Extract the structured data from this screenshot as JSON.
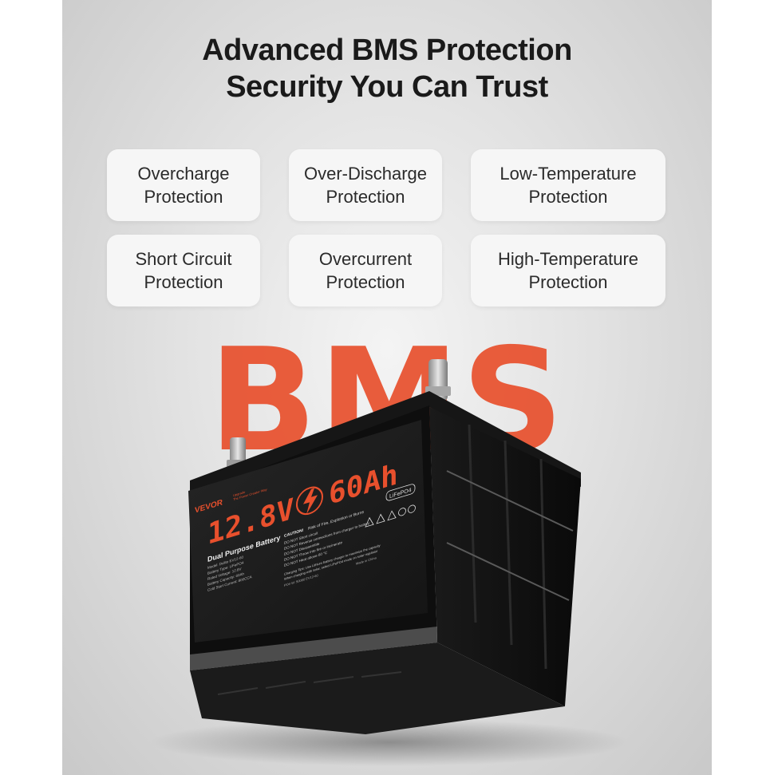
{
  "headline": {
    "line1": "Advanced BMS Protection",
    "line2": "Security You Can Trust"
  },
  "features": [
    {
      "line1": "Overcharge",
      "line2": "Protection"
    },
    {
      "line1": "Over-Discharge",
      "line2": "Protection"
    },
    {
      "line1": "Low-Temperature",
      "line2": "Protection"
    },
    {
      "line1": "Short Circuit",
      "line2": "Protection"
    },
    {
      "line1": "Overcurrent",
      "line2": "Protection"
    },
    {
      "line1": "High-Temperature",
      "line2": "Protection"
    }
  ],
  "background_word": "BMS",
  "battery_label": {
    "brand": "VEVOR",
    "brand_tagline_1": "Upgrade",
    "brand_tagline_2": "The Power Creator Way",
    "voltage": "12.8V",
    "capacity": "60Ah",
    "chemistry_badge": "LiFePO4",
    "product_name": "Dual Purpose Battery",
    "spec_model": "Model: Dulito EV12-60",
    "spec_type": "Battery Type: LiFePO4",
    "spec_voltage": "Rated Voltage: 12.8V",
    "spec_capacity": "Battery Capacity: 60Ah",
    "spec_cca": "Cold Start Current: 800CCA",
    "caution_title": "CAUTION!",
    "caution_risk": "Risk of Fire, Explosion or Burns",
    "warnings": [
      "DO NOT Short circuit",
      "DO NOT Reverse connections from charger to battery",
      "DO NOT Disassemble",
      "DO NOT Throw into fire or incinerate",
      "DO NOT Heat above 60 °C"
    ],
    "charging_tips_1": "Charging Tips: Use Lithium battery charger to maximize the capacity",
    "charging_tips_2": "When charging with solar, select LiFePO4 mode on solar regulator",
    "made_in": "Made in China",
    "po_number": "PO# W: 50086 EV12-60",
    "colors": {
      "accent": "#e8502d",
      "label_bg": "#1c1c1c",
      "case": "#101010"
    }
  }
}
